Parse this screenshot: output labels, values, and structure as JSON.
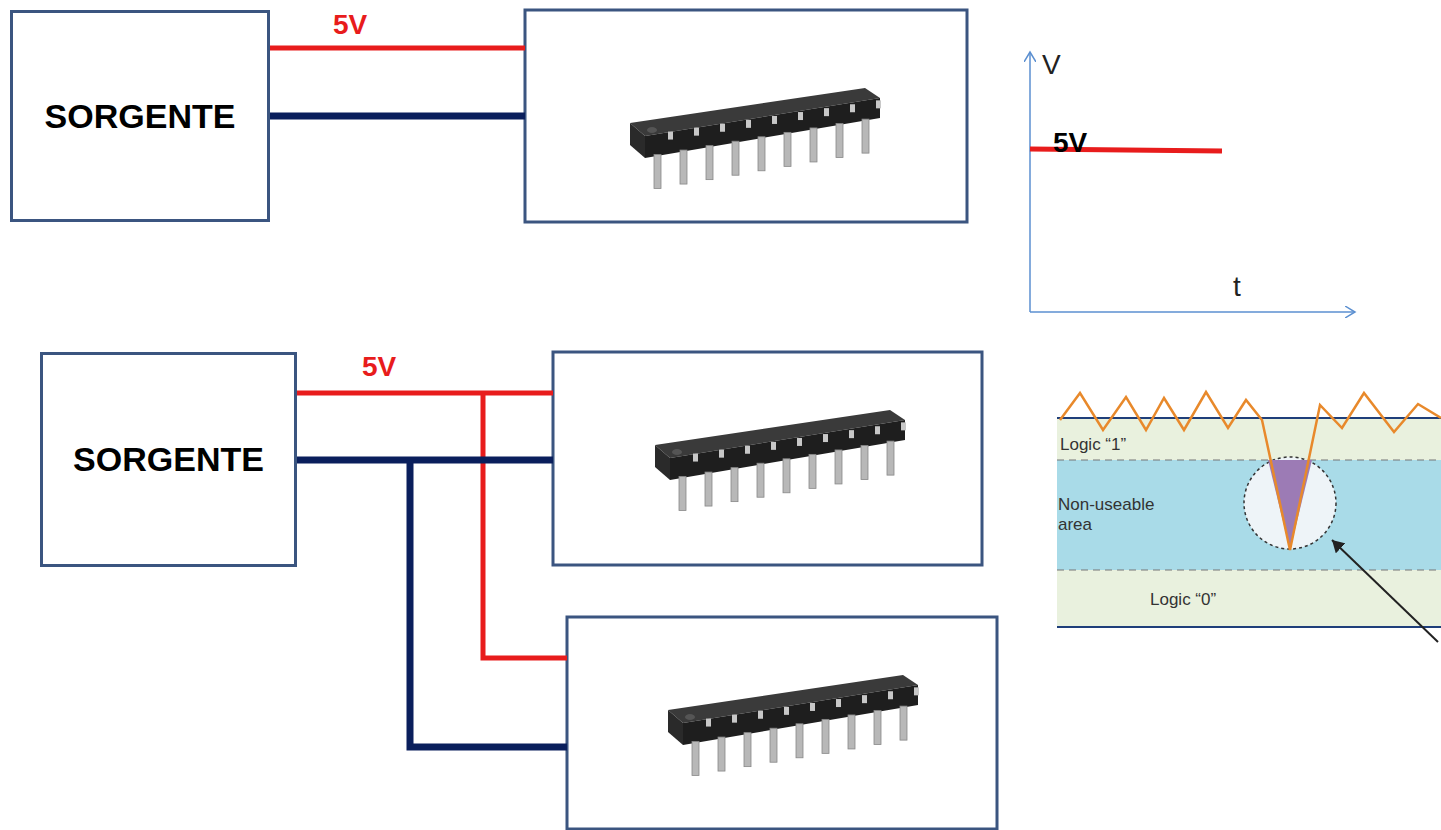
{
  "diagram": {
    "nodes": [
      {
        "text": [
          "SORGENTE"
        ]
      },
      {
        "text": [
          "SORGENTE"
        ]
      },
      {
        "text": [
          "Logic “1”"
        ]
      },
      {
        "text": [
          "Non-useable area"
        ]
      },
      {
        "text": [
          "Logic “0”"
        ]
      }
    ],
    "labels": [
      "5V",
      "V",
      "5V",
      "t",
      "5V"
    ]
  }
}
